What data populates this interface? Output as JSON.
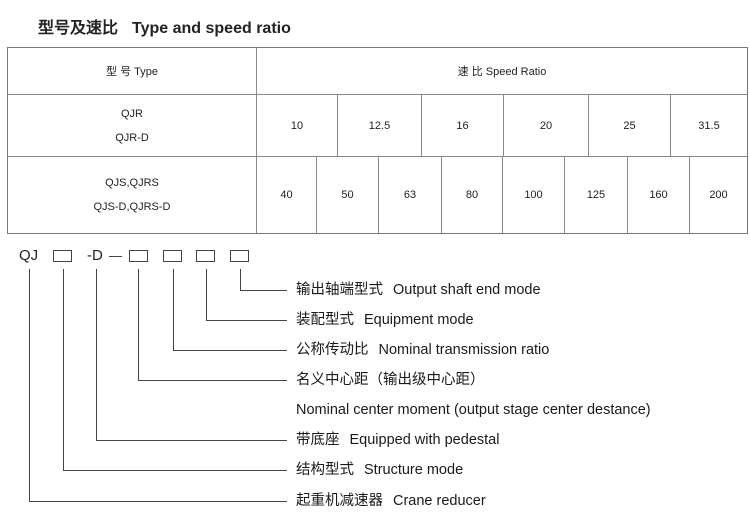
{
  "title": {
    "cn": "型号及速比",
    "en": "Type and speed ratio"
  },
  "table": {
    "header": {
      "type": "型 号 Type",
      "ratio": "速  比  Speed Ratio"
    },
    "row1": {
      "types": [
        "QJR",
        "QJR-D"
      ],
      "ratios": [
        "10",
        "12.5",
        "16",
        "20",
        "25",
        "31.5"
      ]
    },
    "row2": {
      "types": [
        "QJS,QJRS",
        "QJS-D,QJRS-D"
      ],
      "ratios": [
        "40",
        "50",
        "63",
        "80",
        "100",
        "125",
        "160",
        "200"
      ]
    }
  },
  "code": {
    "prefix": "QJ",
    "infix": "-D"
  },
  "labels": [
    {
      "cn": "输出轴端型式",
      "en": "Output shaft end mode"
    },
    {
      "cn": "装配型式",
      "en": "Equipment mode"
    },
    {
      "cn": "公称传动比",
      "en": "Nominal transmission ratio"
    },
    {
      "cn": "名义中心距（输出级中心距）",
      "en": ""
    },
    {
      "cn": "",
      "en": "Nominal center moment (output stage center destance)"
    },
    {
      "cn": "带底座",
      "en": "Equipped with pedestal"
    },
    {
      "cn": "结构型式",
      "en": "Structure mode"
    },
    {
      "cn": "起重机减速器",
      "en": "Crane reducer"
    }
  ]
}
